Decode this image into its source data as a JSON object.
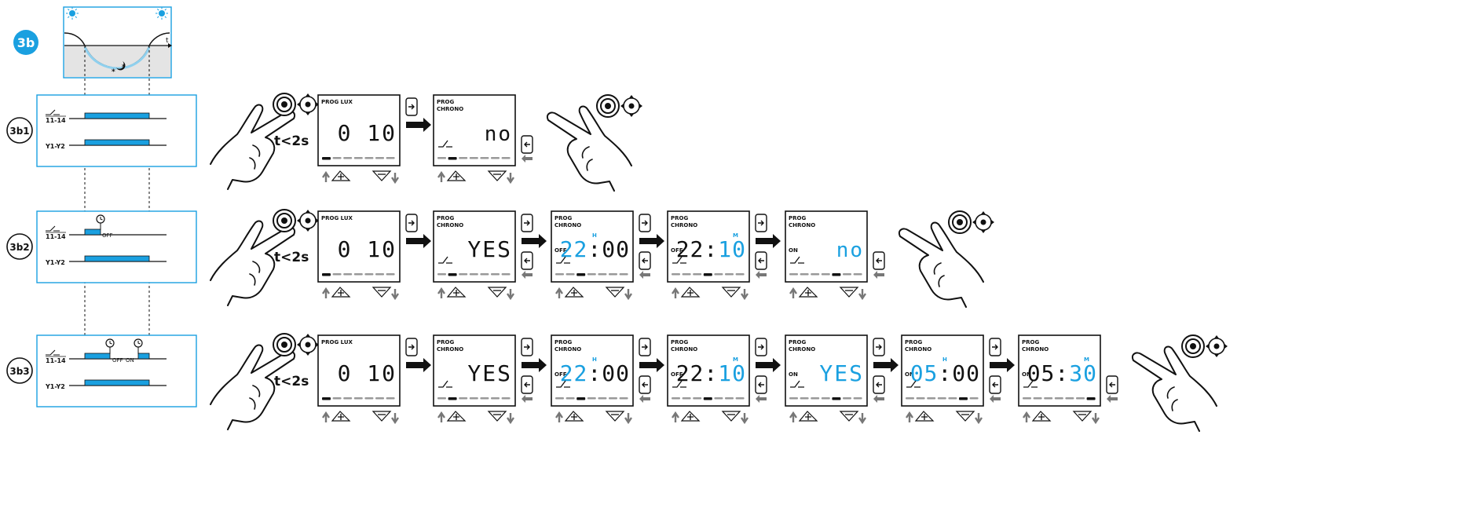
{
  "header": {
    "badge": "3b",
    "axis_t": "t"
  },
  "colors": {
    "accent": "#1aa0e0",
    "ink": "#111111",
    "grey": "#777777",
    "panel_bg": "#e4e4e4"
  },
  "hold_time": "t<2s",
  "rows": [
    {
      "id": "3b1",
      "ch1": "11-14",
      "ch2": "Y1-Y2",
      "diagram_notes": [],
      "screens": [
        {
          "title": "PROG LUX",
          "prefix": "",
          "unit": "",
          "value": "0 10",
          "value_color": "ink",
          "seg": 0,
          "show_switch": false
        },
        {
          "title": "PROG\nCHRONO",
          "prefix": "",
          "unit": "",
          "value": "no",
          "value_color": "ink",
          "seg": 1,
          "show_switch": true
        }
      ]
    },
    {
      "id": "3b2",
      "ch1": "11-14",
      "ch2": "Y1-Y2",
      "diagram_notes": [
        "OFF"
      ],
      "screens": [
        {
          "title": "PROG LUX",
          "prefix": "",
          "unit": "",
          "value": "0 10",
          "value_color": "ink",
          "seg": 0,
          "show_switch": false
        },
        {
          "title": "PROG\nCHRONO",
          "prefix": "",
          "unit": "",
          "value": "YES",
          "value_color": "ink",
          "seg": 1,
          "show_switch": true
        },
        {
          "title": "PROG\nCHRONO",
          "prefix": "OFF",
          "unit": "H",
          "value_a": "22",
          "value_b": ":00",
          "hl": "a",
          "seg": 2,
          "show_switch": true
        },
        {
          "title": "PROG\nCHRONO",
          "prefix": "OFF",
          "unit": "M",
          "value_a": "22:",
          "value_b": "10",
          "hl": "b",
          "seg": 3,
          "show_switch": true
        },
        {
          "title": "PROG\nCHRONO",
          "prefix": "ON",
          "unit": "",
          "value": "no",
          "value_color": "accent",
          "seg": 4,
          "show_switch": true
        }
      ]
    },
    {
      "id": "3b3",
      "ch1": "11-14",
      "ch2": "Y1-Y2",
      "diagram_notes": [
        "OFF",
        "ON"
      ],
      "screens": [
        {
          "title": "PROG LUX",
          "prefix": "",
          "unit": "",
          "value": "0 10",
          "value_color": "ink",
          "seg": 0,
          "show_switch": false
        },
        {
          "title": "PROG\nCHRONO",
          "prefix": "",
          "unit": "",
          "value": "YES",
          "value_color": "ink",
          "seg": 1,
          "show_switch": true
        },
        {
          "title": "PROG\nCHRONO",
          "prefix": "OFF",
          "unit": "H",
          "value_a": "22",
          "value_b": ":00",
          "hl": "a",
          "seg": 2,
          "show_switch": true
        },
        {
          "title": "PROG\nCHRONO",
          "prefix": "OFF",
          "unit": "M",
          "value_a": "22:",
          "value_b": "10",
          "hl": "b",
          "seg": 3,
          "show_switch": true
        },
        {
          "title": "PROG\nCHRONO",
          "prefix": "ON",
          "unit": "",
          "value": "YES",
          "value_color": "accent",
          "seg": 4,
          "show_switch": true
        },
        {
          "title": "PROG\nCHRONO",
          "prefix": "ON",
          "unit": "H",
          "value_a": "05",
          "value_b": ":00",
          "hl": "a",
          "seg": 5,
          "show_switch": true
        },
        {
          "title": "PROG\nCHRONO",
          "prefix": "ON",
          "unit": "M",
          "value_a": "05:",
          "value_b": "30",
          "hl": "b",
          "seg": 6,
          "show_switch": true
        }
      ]
    }
  ]
}
